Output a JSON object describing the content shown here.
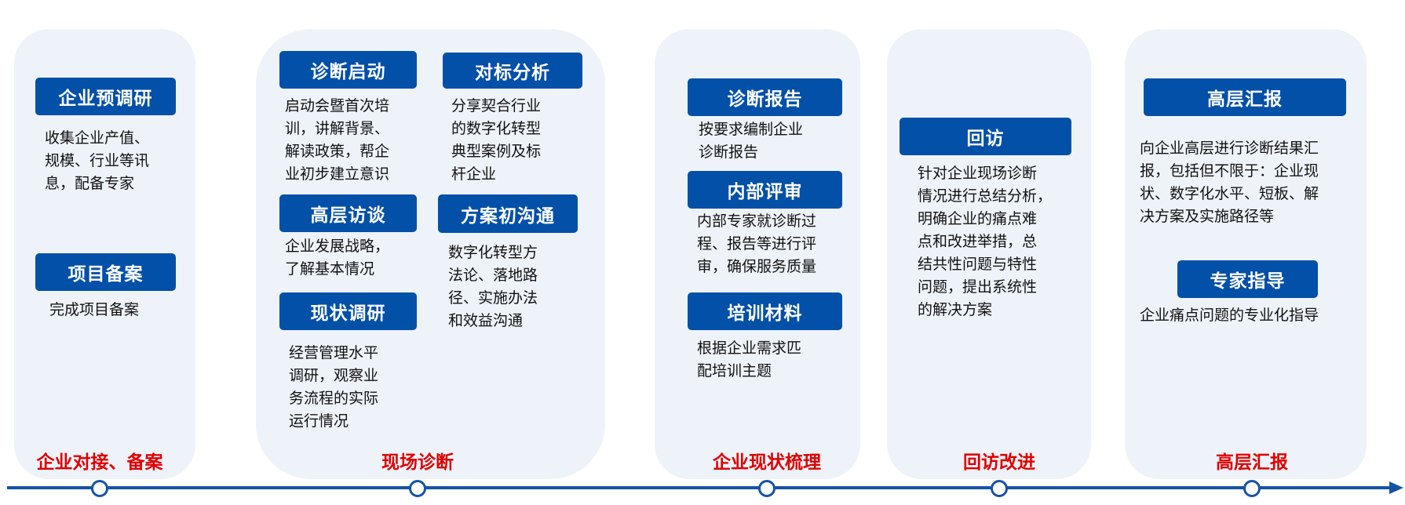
{
  "stages": [
    {
      "label": "企业对接、备案"
    },
    {
      "label": "现场诊断"
    },
    {
      "label": "企业现状梳理"
    },
    {
      "label": "回访改进"
    },
    {
      "label": "高层汇报"
    }
  ],
  "steps": {
    "s1": {
      "title": "企业预调研",
      "lines": [
        "收集企业产值、",
        "规模、行业等讯",
        "息，配备专家"
      ]
    },
    "s2": {
      "title": "项目备案",
      "lines": [
        "完成项目备案"
      ]
    },
    "s3": {
      "title": "诊断启动",
      "lines": [
        "启动会暨首次培",
        "训，讲解背景、",
        "解读政策，帮企",
        "业初步建立意识"
      ]
    },
    "s4": {
      "title": "对标分析",
      "lines": [
        "分享契合行业",
        "的数字化转型",
        "典型案例及标",
        "杆企业"
      ]
    },
    "s5": {
      "title": "高层访谈",
      "lines": [
        "企业发展战略，",
        "了解基本情况"
      ]
    },
    "s6": {
      "title": "方案初沟通",
      "lines": [
        "数字化转型方",
        "法论、落地路",
        "径、实施办法",
        "和效益沟通"
      ]
    },
    "s7": {
      "title": "现状调研",
      "lines": [
        "经营管理水平",
        "调研，观察业",
        "务流程的实际",
        "运行情况"
      ]
    },
    "s8": {
      "title": "诊断报告",
      "lines": [
        "按要求编制企业",
        "诊断报告"
      ]
    },
    "s9": {
      "title": "内部评审",
      "lines": [
        "内部专家就诊断过",
        "程、报告等进行评",
        "审，确保服务质量"
      ]
    },
    "s10": {
      "title": "培训材料",
      "lines": [
        "根据企业需求匹",
        "配培训主题"
      ]
    },
    "s11": {
      "title": "回访",
      "lines": [
        "针对企业现场诊断",
        "情况进行总结分析，",
        "明确企业的痛点难",
        "点和改进举措，总",
        "结共性问题与特性",
        "问题，提出系统性",
        "的解决方案"
      ]
    },
    "s12": {
      "title": "高层汇报",
      "lines": [
        "向企业高层进行诊断结果汇",
        "报，包括但不限于：企业现",
        "状、数字化水平、短板、解",
        "决方案及实施路径等"
      ]
    },
    "s13": {
      "title": "专家指导",
      "lines": [
        "企业痛点问题的专业化指导"
      ]
    }
  },
  "colors": {
    "box": "#0350a8",
    "panel": "#eef3fa",
    "stage": "#e00000",
    "timeline": "#1553a6"
  }
}
